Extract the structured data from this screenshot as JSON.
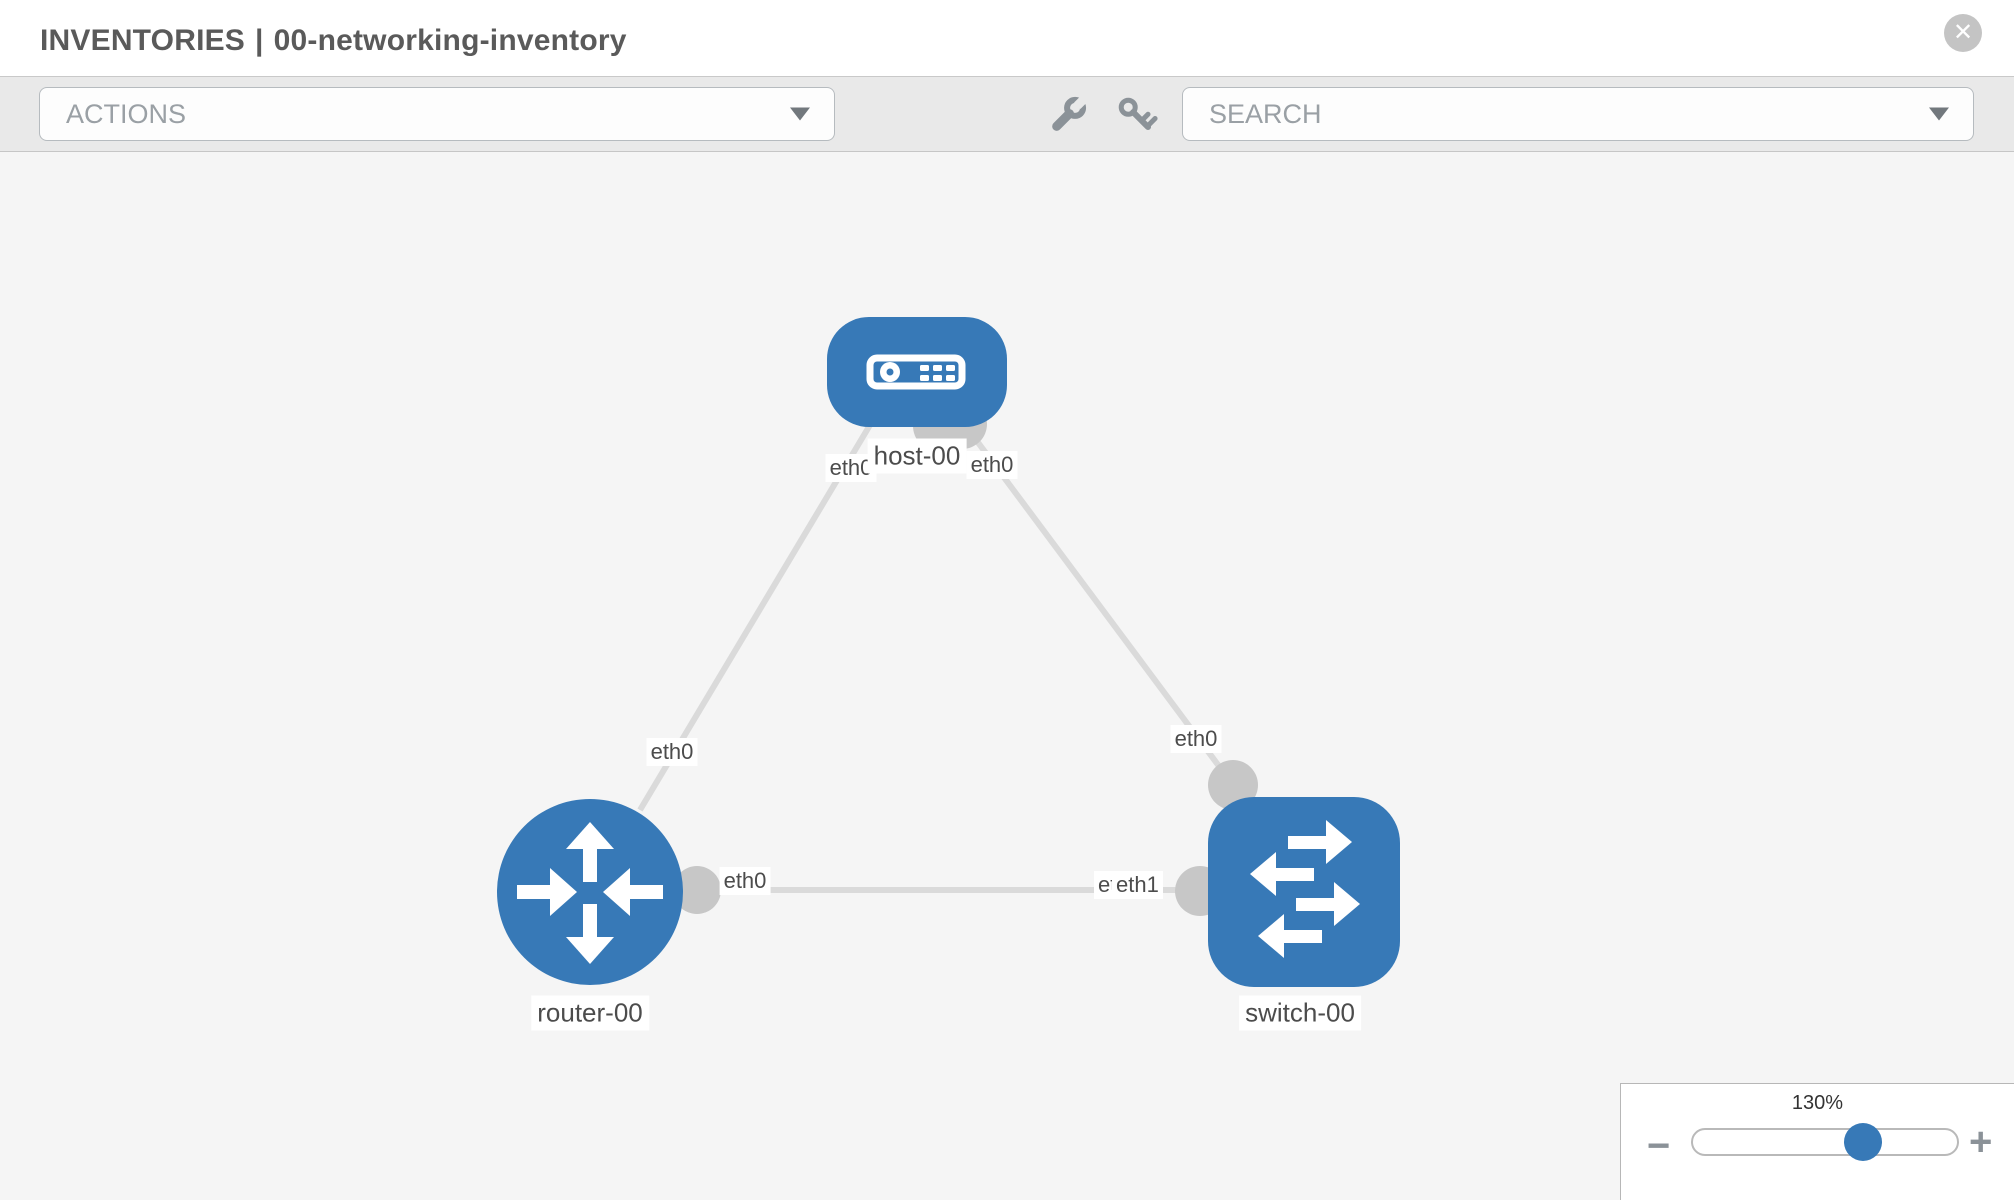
{
  "header": {
    "title_section": "INVENTORIES",
    "title_separator": "|",
    "title_item": "00-networking-inventory",
    "close_label": "✕"
  },
  "toolbar": {
    "actions_placeholder": "ACTIONS",
    "search_placeholder": "SEARCH"
  },
  "topology": {
    "nodes": [
      {
        "id": "host-00",
        "type": "host",
        "label": "host-00",
        "icon": "server-icon"
      },
      {
        "id": "router-00",
        "type": "router",
        "label": "router-00",
        "icon": "router-arrows-icon"
      },
      {
        "id": "switch-00",
        "type": "switch",
        "label": "switch-00",
        "icon": "switch-arrows-icon"
      }
    ],
    "links": [
      {
        "from": "host-00",
        "to": "router-00",
        "from_interface": "eth0",
        "to_interface": "eth0"
      },
      {
        "from": "host-00",
        "to": "switch-00",
        "from_interface": "eth0",
        "to_interface": "eth0"
      },
      {
        "from": "router-00",
        "to": "switch-00",
        "from_interface": "eth0",
        "to_interface": "eth1"
      }
    ],
    "interface_labels": [
      {
        "text": "eth0"
      },
      {
        "text": "eth0"
      },
      {
        "text": "eth0"
      },
      {
        "text": "eth0"
      },
      {
        "text": "eth0"
      },
      {
        "text": "eth0"
      },
      {
        "text": "eth1"
      }
    ]
  },
  "zoom_control": {
    "level": "130%",
    "minus_label": "−",
    "plus_label": "+",
    "thumb_position_pct": 64
  },
  "colors": {
    "node_blue": "#3779b7",
    "link_gray": "#dadada",
    "connector_gray": "#c7c7c7",
    "canvas_bg": "#f5f5f5",
    "toolbar_bg": "#e9e9e9"
  }
}
